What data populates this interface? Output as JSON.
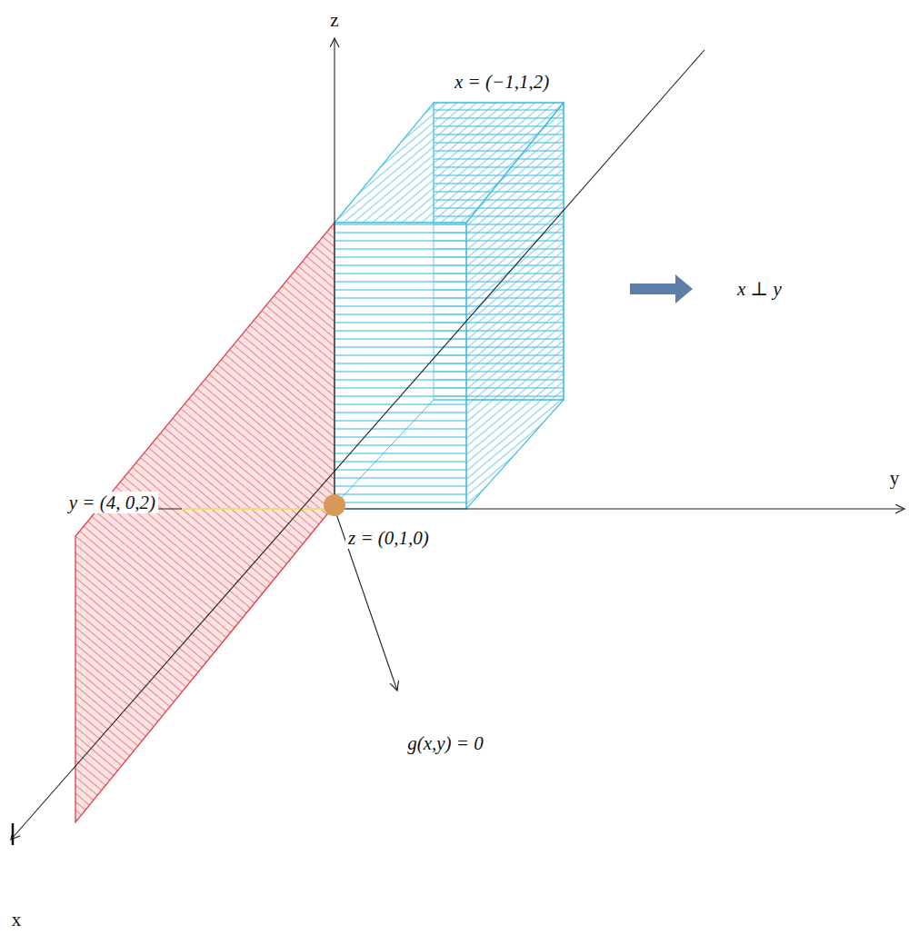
{
  "diagram": {
    "labels": [
      "z",
      "x = (−1,1,2)",
      "x ⊥ y",
      "y = (4, 0,2)",
      "y",
      "z = (0,1,0)",
      "g(x,y) = 0",
      "x"
    ]
  }
}
